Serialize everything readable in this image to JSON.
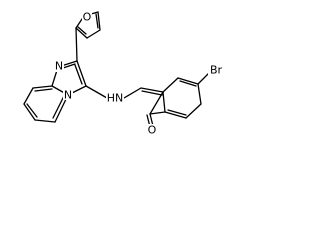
{
  "diagram": {
    "type": "chemical-structure",
    "atom_labels": {
      "ring_oxygen": "O",
      "imidazole_nitrogen": "N",
      "bridgehead_nitrogen": "N",
      "amine": "HN",
      "bromine": "Br",
      "carbonyl_oxygen": "O"
    },
    "colors": {
      "bond": "#000000",
      "text": "#000000",
      "background": "#ffffff"
    }
  }
}
